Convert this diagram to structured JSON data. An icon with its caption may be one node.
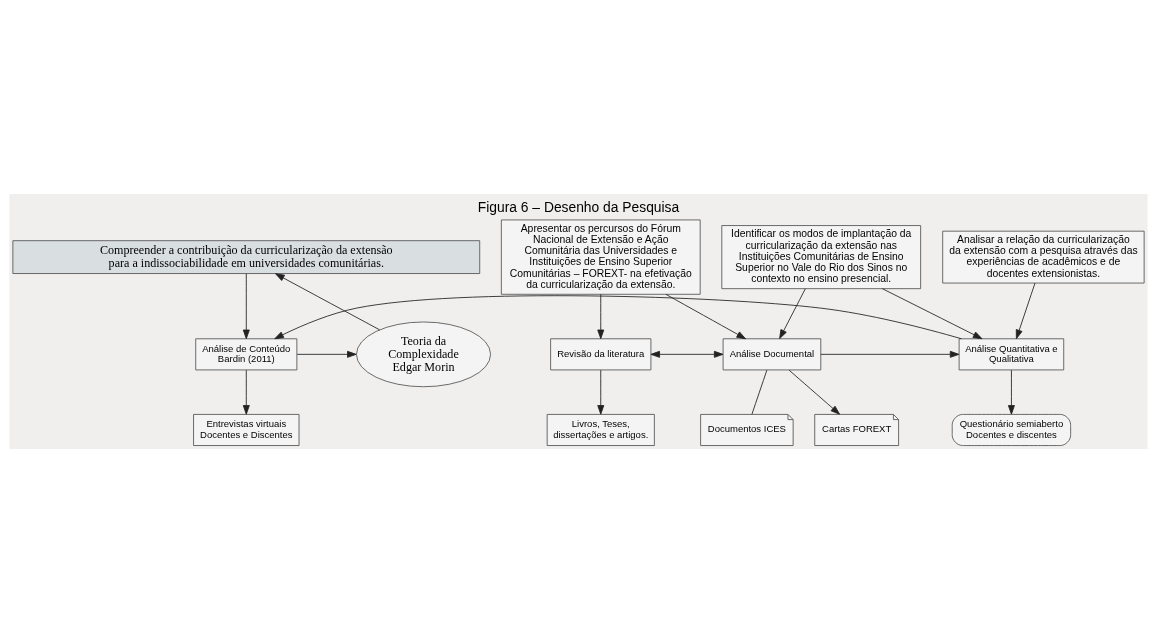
{
  "diagram": {
    "title": "Figura 6 – Desenho da Pesquisa",
    "nodes": [
      {
        "text": [
          "Compreender a contribuição da curricularização da extensão para a indissociabilidade em universidades comunitárias."
        ]
      },
      {
        "text": [
          "Apresentar os percursos do Fórum Nacional de Extensão e Ação Comunitária das Universidades e Instituições de Ensino Superior Comunitárias – FOREXT- na efetivação da curricularização da extensão."
        ]
      },
      {
        "text": [
          "Identificar os modos de implantação da curricularização da extensão nas Instituições Comunitárias de Ensino Superior no Vale do Rio dos Sinos no contexto no ensino presencial."
        ]
      },
      {
        "text": [
          "Analisar a relação da curricularização da extensão com a pesquisa através das experiências de acadêmicos e de docentes extensionistas."
        ]
      },
      {
        "text": [
          "Revisão da literatura"
        ]
      },
      {
        "text": [
          "Análise Documental"
        ]
      },
      {
        "text": [
          "Análise Quantitativa e Qualitativa"
        ]
      },
      {
        "text": [
          "Análise de Conteúdo",
          "Bardin (2011)"
        ]
      },
      {
        "text": [
          "Teoria da",
          "Complexidade",
          "Edgar Morin"
        ]
      },
      {
        "text": [
          "Livros, Teses, dissertações e artigos."
        ]
      },
      {
        "text": [
          "Cartas FOREXT"
        ]
      },
      {
        "text": [
          "Documentos ICES"
        ]
      },
      {
        "text": [
          "Questionário semiaberto  Docentes e discentes"
        ]
      },
      {
        "text": [
          "Entrevistas virtuais Docentes e Discentes"
        ]
      }
    ],
    "edges": [
      {
        "from": 1,
        "to": 4,
        "arrow": "to"
      },
      {
        "from": 1,
        "to": 5,
        "arrow": "to"
      },
      {
        "from": 2,
        "to": 5,
        "arrow": "to"
      },
      {
        "from": 2,
        "to": 6,
        "arrow": "to"
      },
      {
        "from": 3,
        "to": 6,
        "arrow": "to"
      },
      {
        "from": 0,
        "to": 7,
        "arrow": "to"
      },
      {
        "from": 4,
        "to": 5,
        "arrow": "both"
      },
      {
        "from": 5,
        "to": 6,
        "arrow": "to"
      },
      {
        "from": 6,
        "to": 7,
        "arrow": "to"
      },
      {
        "from": 7,
        "to": 8,
        "arrow": "to"
      },
      {
        "from": 8,
        "to": 0,
        "arrow": "to"
      },
      {
        "from": 4,
        "to": 9,
        "arrow": "to"
      },
      {
        "from": 5,
        "to": 10,
        "arrow": "to"
      },
      {
        "from": 5,
        "to": 11,
        "arrow": "none"
      },
      {
        "from": 6,
        "to": 12,
        "arrow": "to"
      },
      {
        "from": 7,
        "to": 13,
        "arrow": "to"
      }
    ]
  }
}
